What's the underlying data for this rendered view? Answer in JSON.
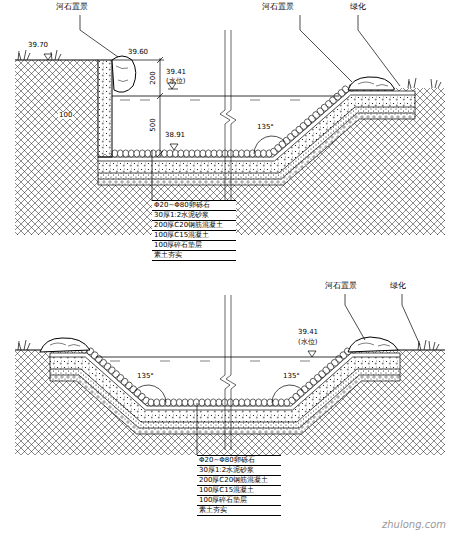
{
  "diagram": {
    "labels": [
      "河石置景",
      "河石置景",
      "绿化",
      "39.70",
      "39.60",
      "39.41",
      "(水位)",
      "200",
      "500",
      "100",
      "38.91",
      "135°",
      "Φ20~Φ80卵砾石",
      "30厚1:2水泥砂浆",
      "200厚C20钢筋混凝土",
      "100厚C15混凝土",
      "100厚碎石垫层",
      "素土夯实",
      "河石置景",
      "绿化",
      "39.41",
      "(水位)",
      "135°",
      "135°",
      "Φ20~Φ80卵砾石",
      "30厚1:2水泥砂浆",
      "200厚C20钢筋混凝土",
      "100厚C15混凝土",
      "100厚碎石垫层",
      "素土夯实",
      "zhulong.com"
    ]
  }
}
